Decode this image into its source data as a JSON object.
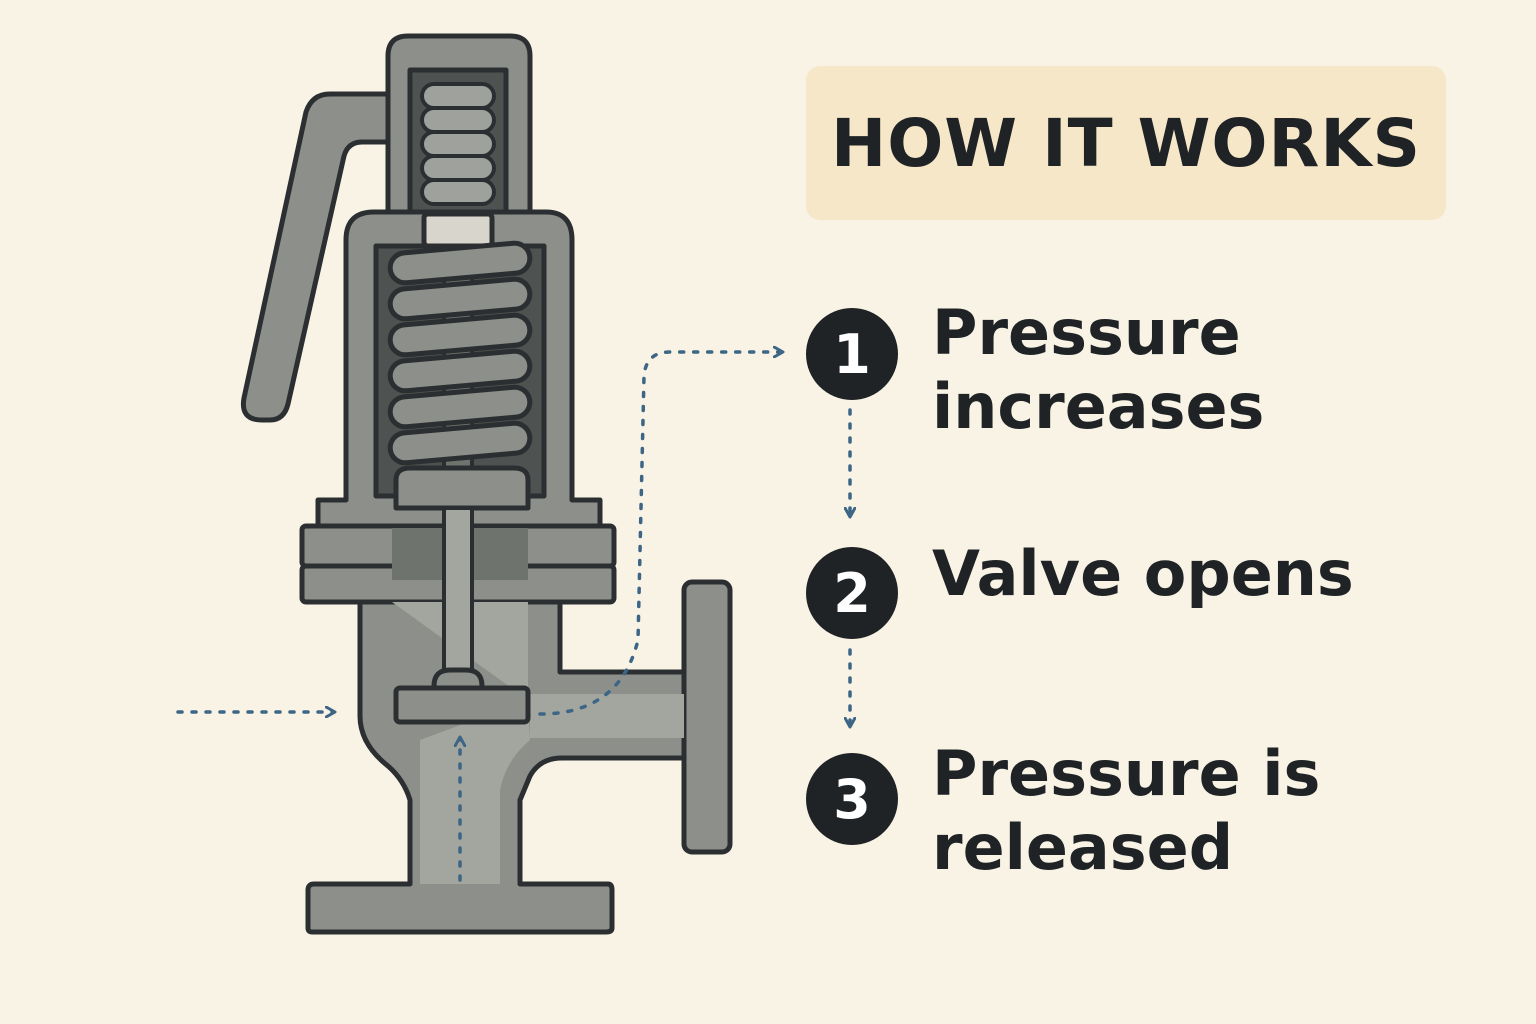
{
  "title": "HOW IT WORKS",
  "steps": [
    {
      "number": "1",
      "label": "Pressure increases"
    },
    {
      "number": "2",
      "label": "Valve opens"
    },
    {
      "number": "3",
      "label": "Pressure is released"
    }
  ],
  "colors": {
    "background": "#f9f3e6",
    "title_box": "#f6e7c8",
    "text": "#1f2326",
    "valve_body": "#8c8f8a",
    "valve_dark": "#6f736e",
    "valve_light": "#a9aca6",
    "outline": "#2b2f31",
    "flow_arrow": "#3d6585"
  }
}
